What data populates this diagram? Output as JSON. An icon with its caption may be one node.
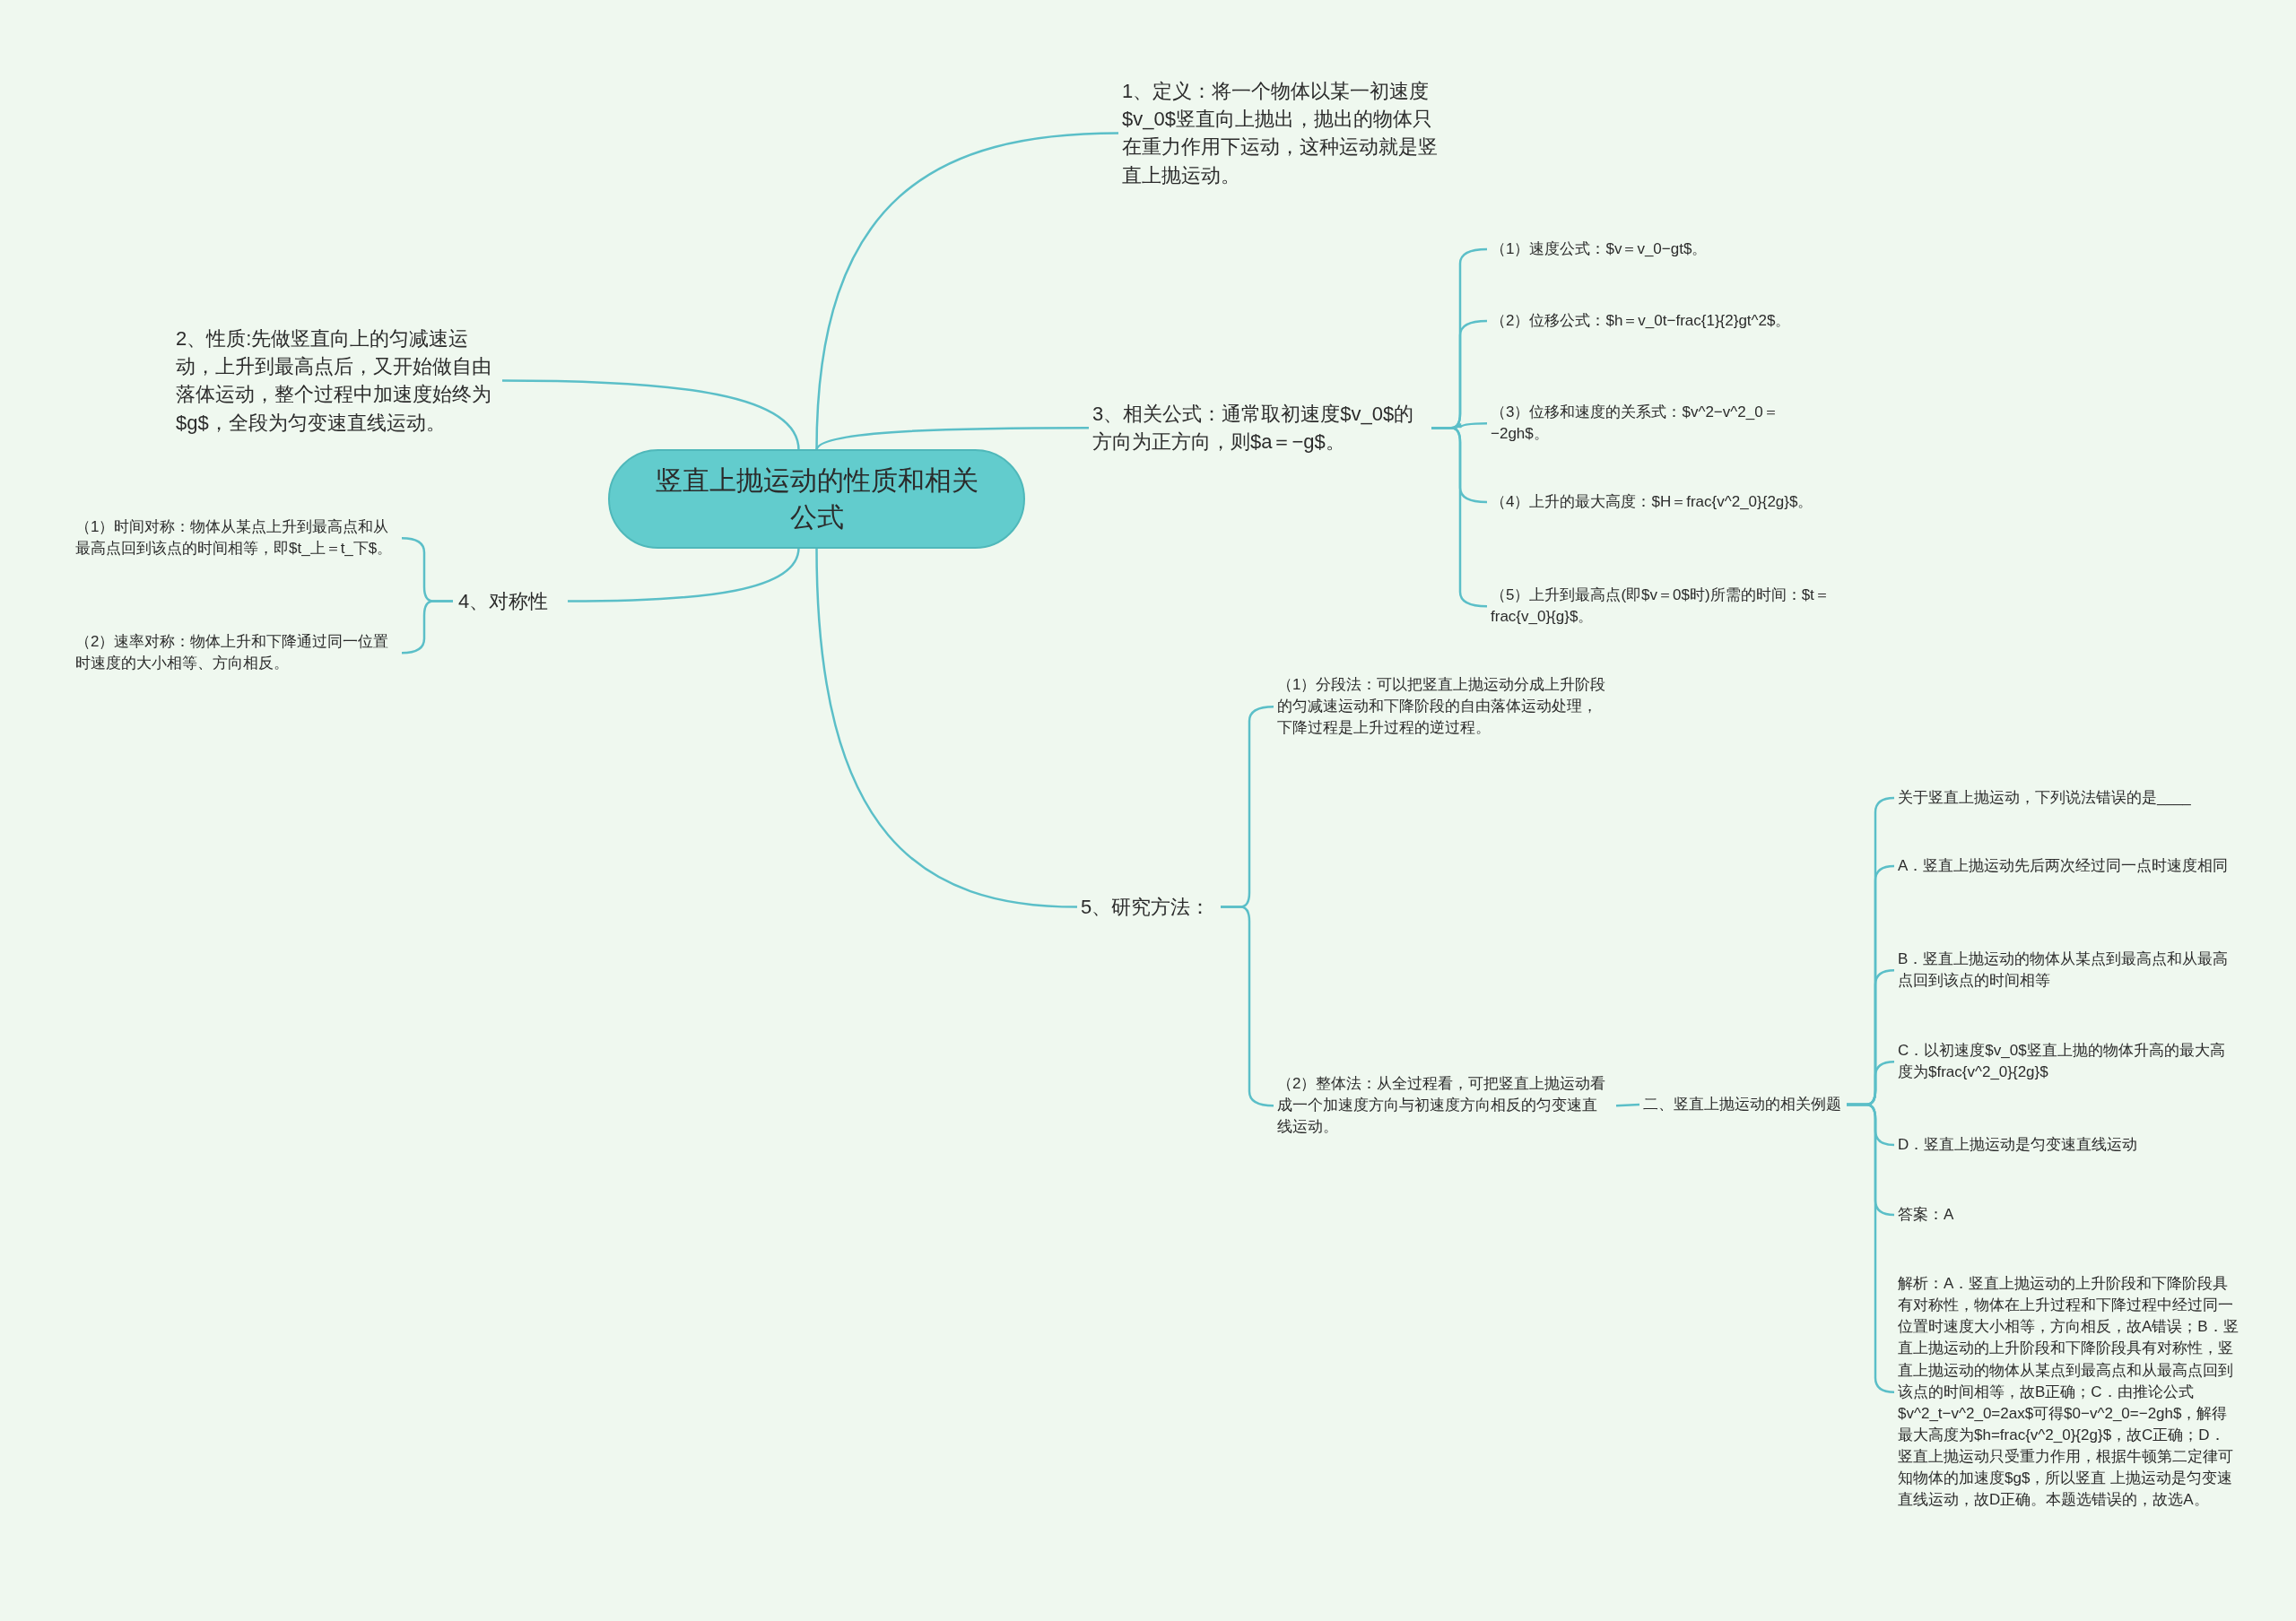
{
  "diagram": {
    "nodes": [
      {
        "text": [
          "竖直上抛运动的性质和相关公式"
        ]
      },
      {
        "text": [
          "1、定义：将一个物体以某一初速度$v_0$竖直向上抛出，抛出的物体只在重力作用下运动，这种运动就是竖直上抛运动。"
        ]
      },
      {
        "text": [
          "2、性质:先做竖直向上的匀减速运动，上升到最高点后，又开始做自由落体运动，整个过程中加速度始终为$g$，全段为匀变速直线运动。"
        ]
      },
      {
        "text": [
          "3、相关公式：通常取初速度$v_0$的方向为正方向，则$a＝−g$。"
        ]
      },
      {
        "text": [
          "（1）速度公式：$v＝v_0−gt$。"
        ]
      },
      {
        "text": [
          "（2）位移公式：$h＝v_0t−frac{1}{2}gt^2$。"
        ]
      },
      {
        "text": [
          "（3）位移和速度的关系式：$v^2−v^2_0＝−2gh$。"
        ]
      },
      {
        "text": [
          "（4）上升的最大高度：$H＝frac{v^2_0}{2g}$。"
        ]
      },
      {
        "text": [
          "（5）上升到最高点(即$v＝0$时)所需的时间：$t＝frac{v_0}{g}$。"
        ]
      },
      {
        "text": [
          "4、对称性"
        ]
      },
      {
        "text": [
          "（1）时间对称：物体从某点上升到最高点和从最高点回到该点的时间相等，即$t_上＝t_下$。"
        ]
      },
      {
        "text": [
          "（2）速率对称：物体上升和下降通过同一位置时速度的大小相等、方向相反。"
        ]
      },
      {
        "text": [
          "5、研究方法："
        ]
      },
      {
        "text": [
          "（1）分段法：可以把竖直上抛运动分成上升阶段的匀减速运动和下降阶段的自由落体运动处理，下降过程是上升过程的逆过程。"
        ]
      },
      {
        "text": [
          "（2）整体法：从全过程看，可把竖直上抛运动看成一个加速度方向与初速度方向相反的匀变速直线运动。"
        ]
      },
      {
        "text": [
          "二、竖直上抛运动的相关例题"
        ]
      },
      {
        "text": [
          "关于竖直上抛运动，下列说法错误的是____"
        ]
      },
      {
        "text": [
          "A．竖直上抛运动先后两次经过同一点时速度相同"
        ]
      },
      {
        "text": [
          "B．竖直上抛运动的物体从某点到最高点和从最高点回到该点的时间相等"
        ]
      },
      {
        "text": [
          "C．以初速度$v_0$竖直上抛的物体升高的最大高度为$frac{v^2_0}{2g}$"
        ]
      },
      {
        "text": [
          "D．竖直上抛运动是匀变速直线运动"
        ]
      },
      {
        "text": [
          "答案：A"
        ]
      },
      {
        "text": [
          "解析：A．竖直上抛运动的上升阶段和下降阶段具有对称性，物体在上升过程和下降过程中经过同一位置时速度大小相等，方向相反，故A错误；B．竖直上抛运动的上升阶段和下降阶段具有对称性，竖直上抛运动的物体从某点到最高点和从最高点回到该点的时间相等，故B正确；C．由推论公式$v^2_t−v^2_0=2ax$可得$0−v^2_0=−2gh$，解得最大高度为$h=frac{v^2_0}{2g}$，故C正确；D．竖直上抛运动只受重力作用，根据牛顿第二定律可知物体的加速度$g$，所以竖直 上抛运动是匀变速直线运动，故D正确。本题选错误的，故选A。"
        ]
      }
    ],
    "edges": [
      {
        "from": 0,
        "to": 1,
        "arrow": "none"
      },
      {
        "from": 0,
        "to": 2,
        "arrow": "none"
      },
      {
        "from": 0,
        "to": 3,
        "arrow": "none"
      },
      {
        "from": 3,
        "to": 4,
        "arrow": "none"
      },
      {
        "from": 3,
        "to": 5,
        "arrow": "none"
      },
      {
        "from": 3,
        "to": 6,
        "arrow": "none"
      },
      {
        "from": 3,
        "to": 7,
        "arrow": "none"
      },
      {
        "from": 3,
        "to": 8,
        "arrow": "none"
      },
      {
        "from": 0,
        "to": 9,
        "arrow": "none"
      },
      {
        "from": 9,
        "to": 10,
        "arrow": "none"
      },
      {
        "from": 9,
        "to": 11,
        "arrow": "none"
      },
      {
        "from": 0,
        "to": 12,
        "arrow": "none"
      },
      {
        "from": 12,
        "to": 13,
        "arrow": "none"
      },
      {
        "from": 12,
        "to": 14,
        "arrow": "none"
      },
      {
        "from": 14,
        "to": 15,
        "arrow": "none"
      },
      {
        "from": 15,
        "to": 16,
        "arrow": "none"
      },
      {
        "from": 15,
        "to": 17,
        "arrow": "none"
      },
      {
        "from": 15,
        "to": 18,
        "arrow": "none"
      },
      {
        "from": 15,
        "to": 19,
        "arrow": "none"
      },
      {
        "from": 15,
        "to": 20,
        "arrow": "none"
      },
      {
        "from": 15,
        "to": 21,
        "arrow": "none"
      },
      {
        "from": 15,
        "to": 22,
        "arrow": "none"
      }
    ]
  }
}
